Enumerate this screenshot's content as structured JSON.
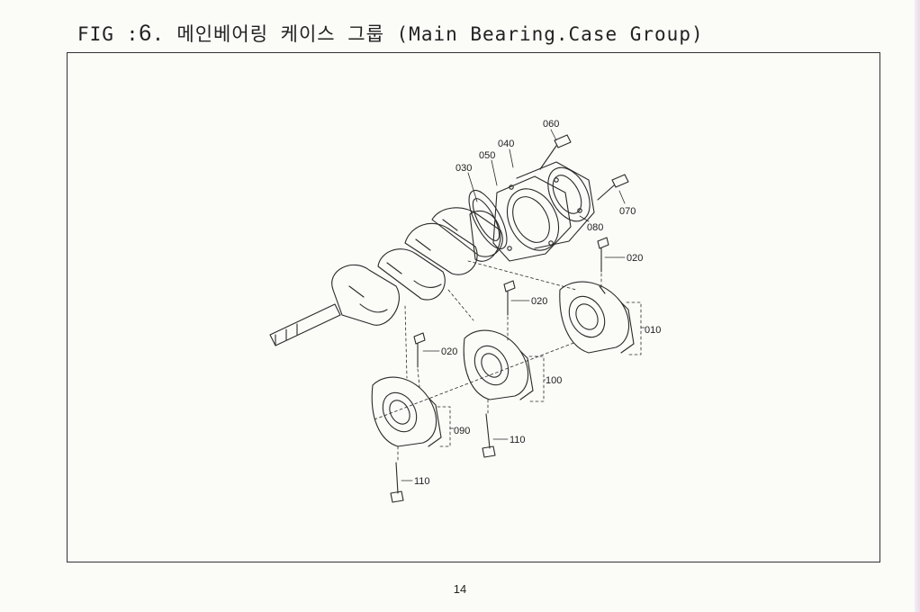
{
  "title": {
    "prefix": "FIG :",
    "number": "6",
    "suffix": ". 메인베어링 케이스 그룹 (Main Bearing.Case Group)"
  },
  "callouts": {
    "c060": "060",
    "c040": "040",
    "c050": "050",
    "c030": "030",
    "c070": "070",
    "c080": "080",
    "c020a": "020",
    "c020b": "020",
    "c020c": "020",
    "c010": "010",
    "c100": "100",
    "c090": "090",
    "c110a": "110",
    "c110b": "110"
  },
  "page_number": "14"
}
